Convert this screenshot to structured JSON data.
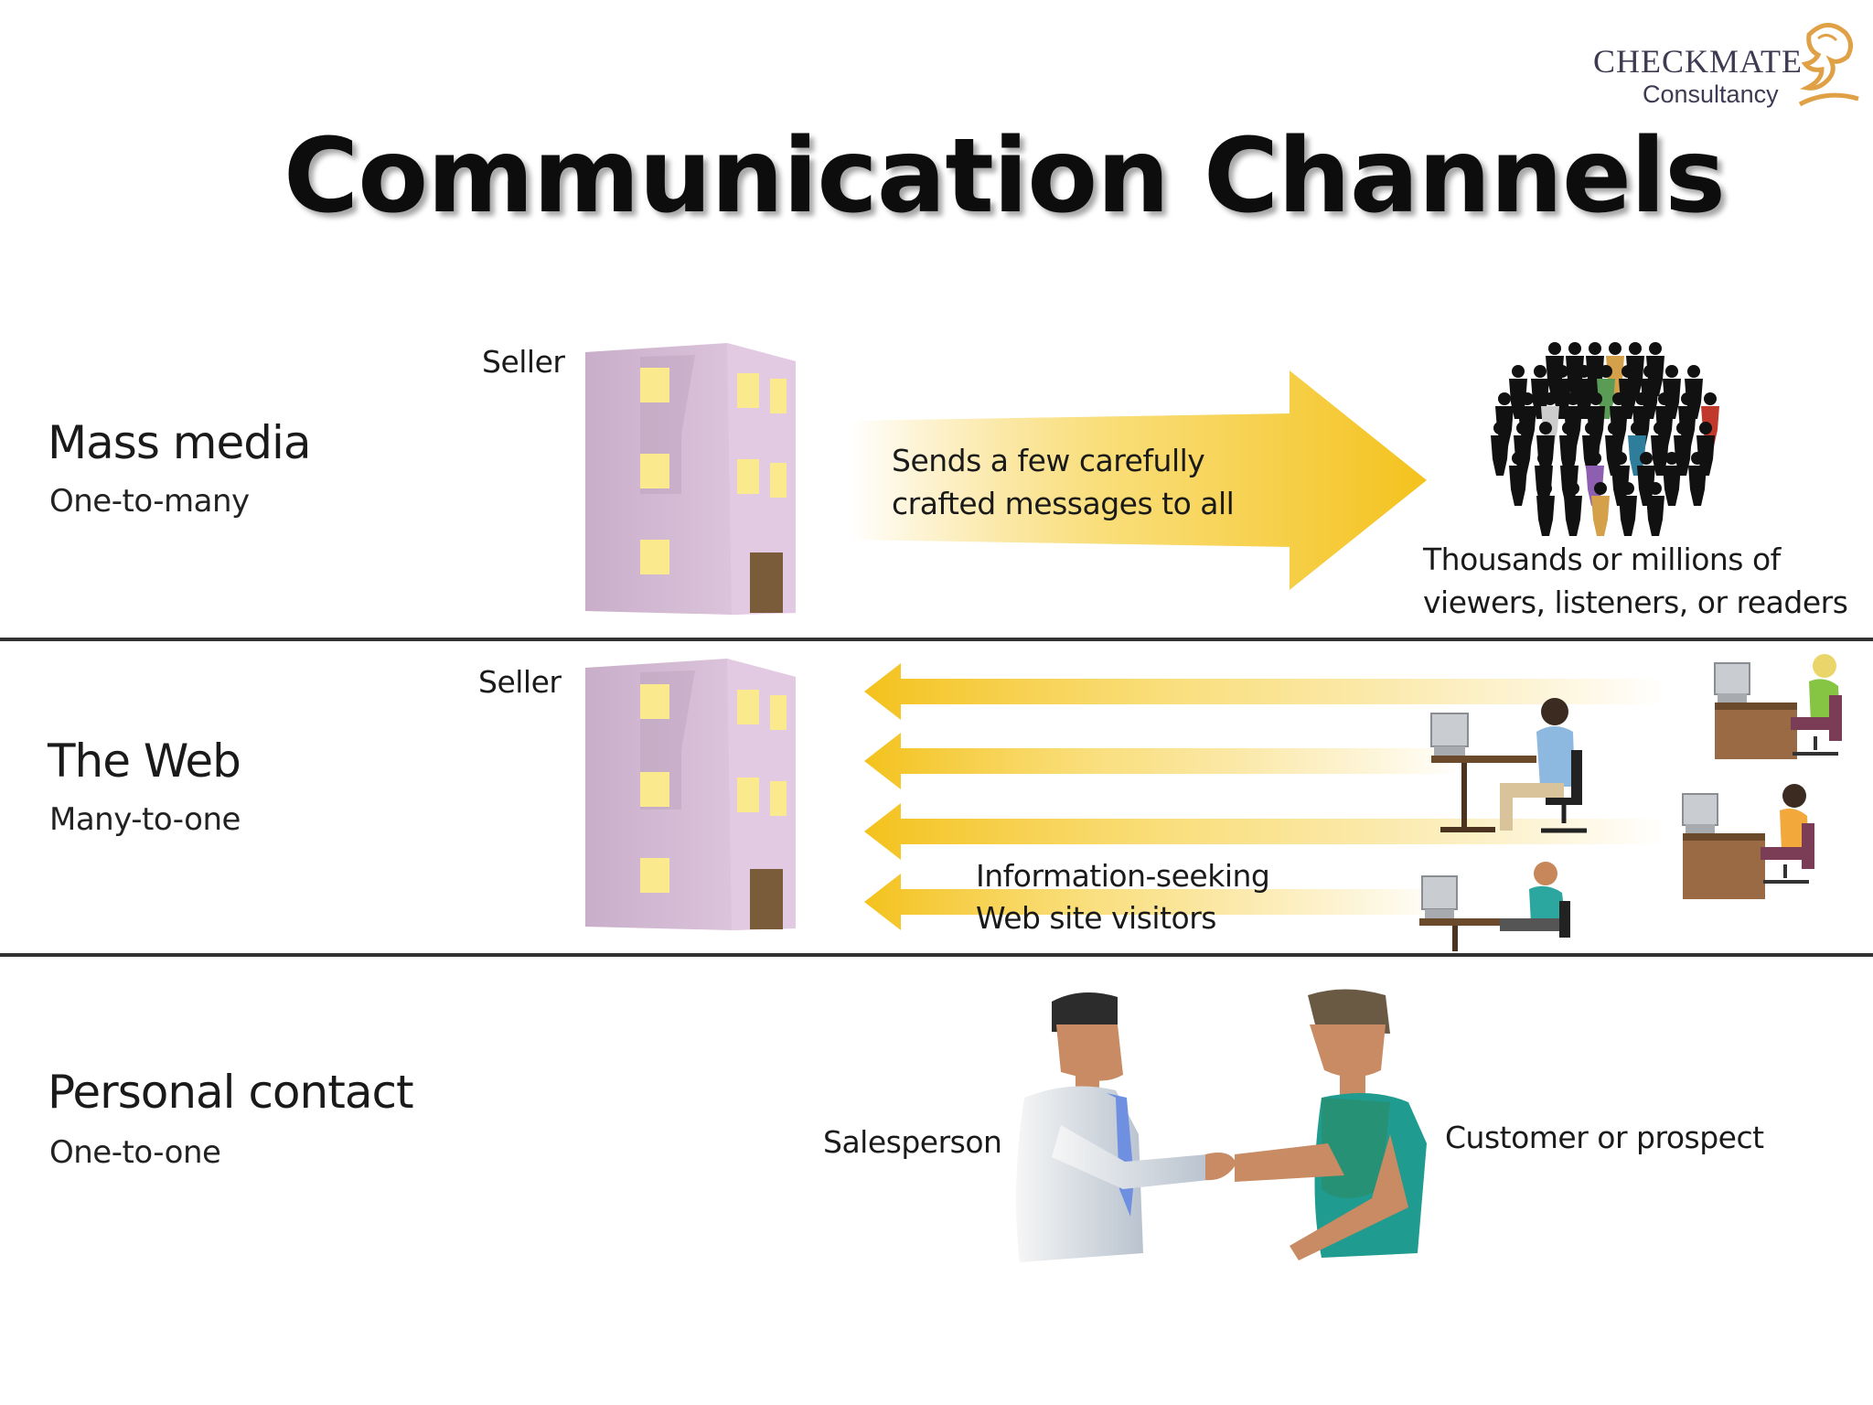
{
  "header": {
    "title": "Communication Channels",
    "logo_word": "CHECKMATE",
    "logo_sub": "Consultancy"
  },
  "colors": {
    "arrow": "#f4c21d",
    "building": "#d8bdd8",
    "window": "#fbe98d",
    "divider": "#333333",
    "logo_text": "#3d3a52",
    "logo_accent": "#e0a046"
  },
  "rows": [
    {
      "title": "Mass media",
      "subtitle": "One-to-many",
      "seller_label": "Seller",
      "message_line1": "Sends a few carefully",
      "message_line2": "crafted messages to all",
      "audience_line1": "Thousands or millions of",
      "audience_line2": "viewers, listeners, or readers"
    },
    {
      "title": "The Web",
      "subtitle": "Many-to-one",
      "seller_label": "Seller",
      "visitors_line1": "Information-seeking",
      "visitors_line2": "Web site visitors"
    },
    {
      "title": "Personal contact",
      "subtitle": "One-to-one",
      "left_label": "Salesperson",
      "right_label": "Customer or prospect"
    }
  ]
}
